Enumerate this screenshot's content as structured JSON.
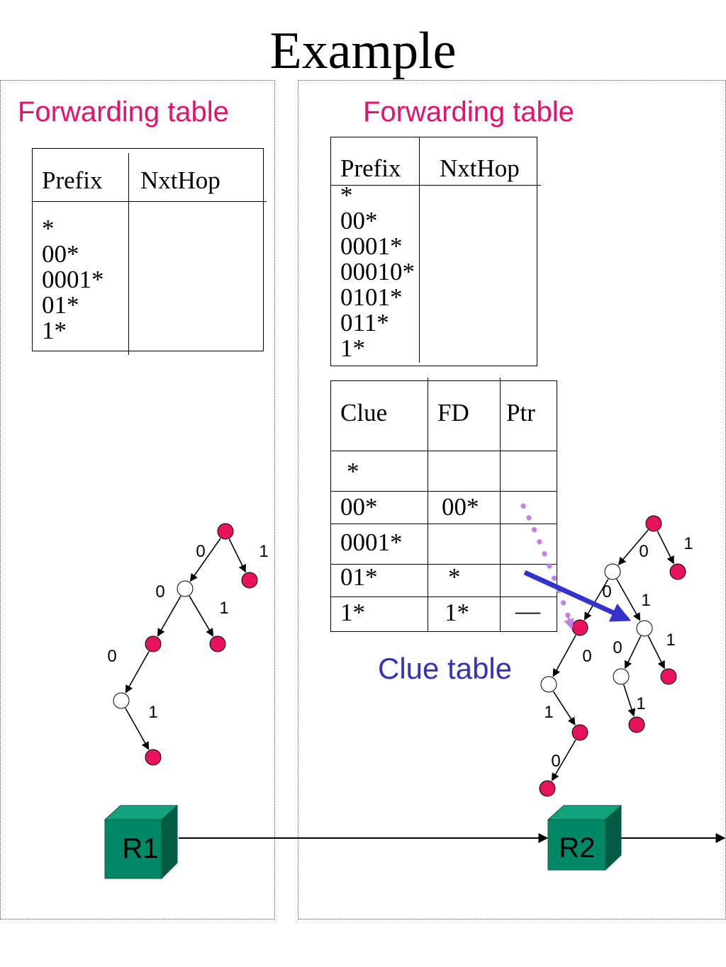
{
  "title": "Example",
  "left_panel": {
    "table_title": "Forwarding table",
    "headers": [
      "Prefix",
      "NxtHop"
    ],
    "prefixes": [
      "*",
      "00*",
      "0001*",
      "01*",
      "1*"
    ],
    "router": "R1"
  },
  "right_panel": {
    "table_title": "Forwarding table",
    "headers": [
      "Prefix",
      "NxtHop"
    ],
    "prefixes": [
      "*",
      "00*",
      "0001*",
      "00010*",
      "0101*",
      "011*",
      "1*"
    ],
    "clue_table": {
      "headers": [
        "Clue",
        "FD",
        "Ptr"
      ],
      "rows": [
        [
          "*",
          "",
          ""
        ],
        [
          "00*",
          "00*",
          ""
        ],
        [
          "0001*",
          "",
          ""
        ],
        [
          "01*",
          "*",
          ""
        ],
        [
          "1*",
          "1*",
          "—"
        ]
      ]
    },
    "clue_caption": "Clue table",
    "router": "R2"
  },
  "trie_edge_labels_left": [
    "0",
    "1",
    "0",
    "1",
    "0",
    "1"
  ],
  "trie_edge_labels_right": [
    "0",
    "1",
    "0",
    "1",
    "0",
    "0",
    "1",
    "1",
    "1",
    "0"
  ],
  "colors": {
    "prefix_node": "#e8115b",
    "empty_node": "#ffffff",
    "router": "#008866",
    "title_accent": "#e8106a",
    "clue_caption": "#3333bb",
    "blue_arrow": "#3333cc",
    "dotted_arrow": "#c77ee8"
  }
}
